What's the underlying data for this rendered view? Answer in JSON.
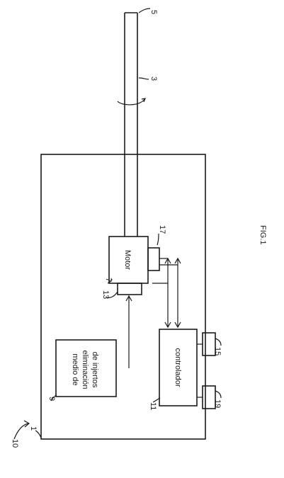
{
  "figure": {
    "caption": "FIG.1",
    "ref_numerals": {
      "system": "10",
      "housing": "1",
      "shaft_end": "5",
      "shaft": "3",
      "motor": "7",
      "motor_part_13": "13",
      "motor_part_17": "17",
      "medium": "9",
      "controller": "11",
      "port_15": "15",
      "port_19": "19"
    },
    "boxes": {
      "motor": "Motor",
      "controller": "controlador",
      "medium_line1": "medio de",
      "medium_line2": "eliminación",
      "medium_line3": "de injertos"
    }
  }
}
